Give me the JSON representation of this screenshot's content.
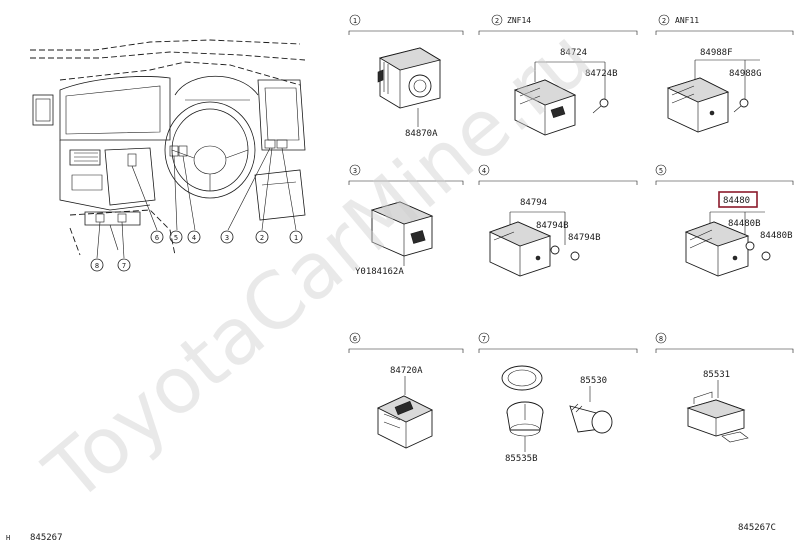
{
  "watermark": "ToyotaCarMine.ru",
  "colors": {
    "highlight": "#8b1a2b",
    "line": "#1a1a1a",
    "watermark": "#cfcfcf"
  },
  "dashboard_callouts": [
    "6",
    "5",
    "4",
    "3",
    "2",
    "1",
    "8",
    "7"
  ],
  "sections": [
    {
      "id": "1",
      "note": "",
      "parts": [
        "84870A"
      ]
    },
    {
      "id": "2",
      "note": "ZNF14",
      "parts": [
        "84724",
        "84724B"
      ]
    },
    {
      "id": "2",
      "note": "ANF11",
      "parts": [
        "84988F",
        "84988G"
      ]
    },
    {
      "id": "3",
      "note": "",
      "parts": [
        "Y0184162A"
      ]
    },
    {
      "id": "4",
      "note": "",
      "parts": [
        "84794",
        "84794B",
        "84794B"
      ]
    },
    {
      "id": "5",
      "note": "",
      "parts": [
        "84480",
        "84480B",
        "84480B"
      ]
    },
    {
      "id": "6",
      "note": "",
      "parts": [
        "84720A"
      ]
    },
    {
      "id": "7",
      "note": "",
      "parts": [
        "85530",
        "85535B"
      ]
    },
    {
      "id": "8",
      "note": "",
      "parts": [
        "85531"
      ]
    }
  ],
  "highlighted_part": "84480",
  "footer": {
    "left_mark": "H",
    "left_code": "845267",
    "right_code": "845267C"
  }
}
